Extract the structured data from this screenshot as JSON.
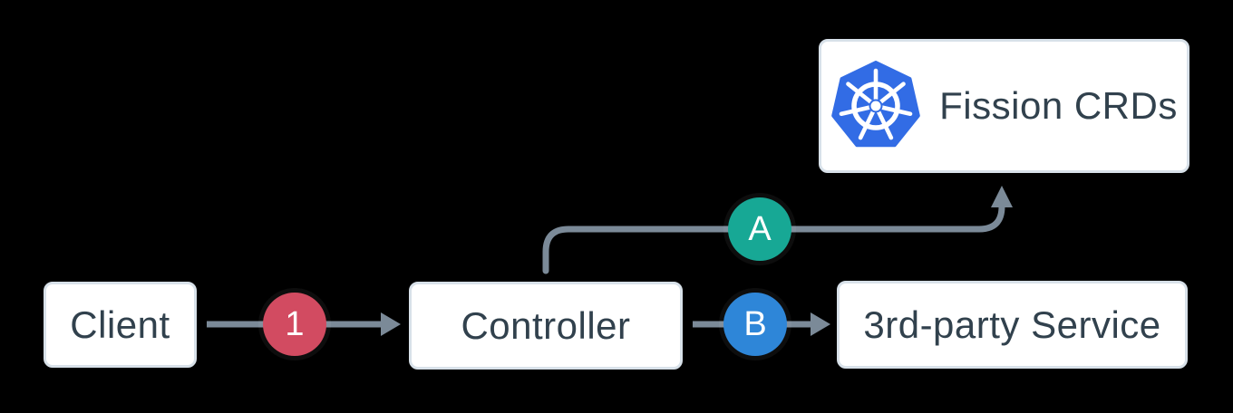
{
  "colors": {
    "background": "#000000",
    "arrow": "#7b8a98",
    "node_bg": "#ffffff",
    "node_border": "#d8e1e9",
    "node_text": "#31414d",
    "badge_text": "#ffffff",
    "kubernetes_blue": "#326ce5"
  },
  "nodes": {
    "client": {
      "label": "Client"
    },
    "controller": {
      "label": "Controller"
    },
    "fission_crds": {
      "label": "Fission CRDs",
      "icon": "kubernetes-icon"
    },
    "third_party_service": {
      "label": "3rd-party Service"
    }
  },
  "edges": {
    "client_to_controller": {
      "from": "Client",
      "to": "Controller",
      "badge": "step1"
    },
    "controller_to_fission_crds": {
      "from": "Controller",
      "to": "Fission CRDs",
      "badge": "stepA"
    },
    "controller_to_third_party": {
      "from": "Controller",
      "to": "3rd-party Service",
      "badge": "stepB"
    }
  },
  "badges": {
    "step1": {
      "label": "1",
      "color": "#d24b61"
    },
    "stepA": {
      "label": "A",
      "color": "#17a895"
    },
    "stepB": {
      "label": "B",
      "color": "#2e86d8"
    }
  }
}
